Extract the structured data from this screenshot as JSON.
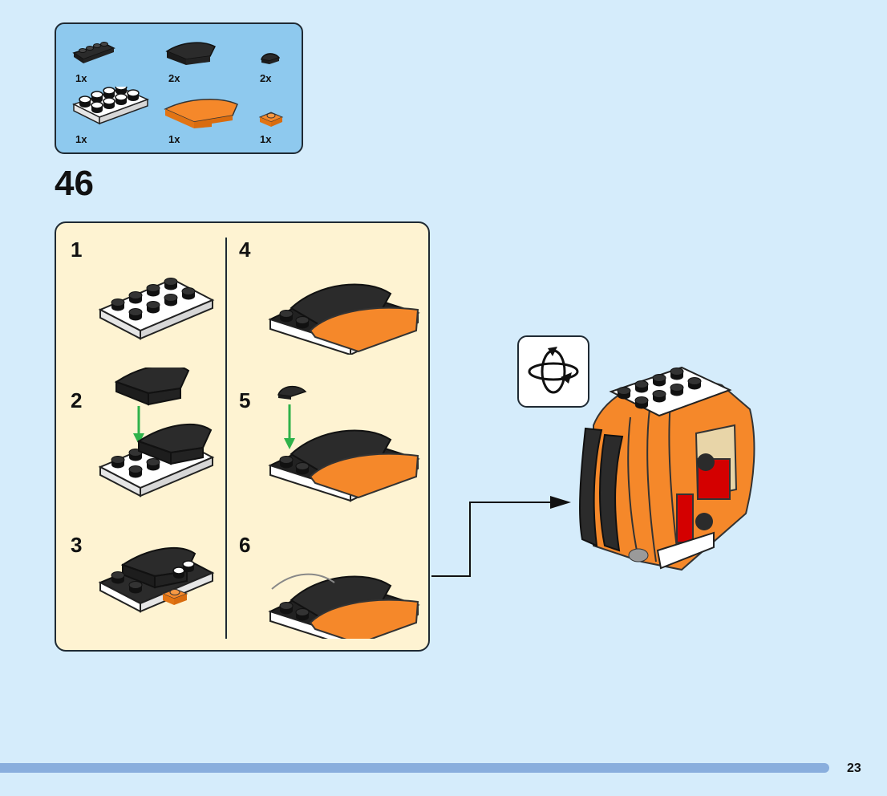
{
  "parts_list": [
    {
      "qty": "1x",
      "part": "black-plate-1x4"
    },
    {
      "qty": "2x",
      "part": "black-curved-slope"
    },
    {
      "qty": "2x",
      "part": "black-quarter-round-tile"
    },
    {
      "qty": "1x",
      "part": "white-plate-2x4"
    },
    {
      "qty": "1x",
      "part": "orange-curved-slope"
    },
    {
      "qty": "1x",
      "part": "orange-plate-1x1"
    }
  ],
  "step": {
    "number": "46"
  },
  "substeps": [
    {
      "label": "1"
    },
    {
      "label": "2"
    },
    {
      "label": "3"
    },
    {
      "label": "4"
    },
    {
      "label": "5"
    },
    {
      "label": "6"
    }
  ],
  "icons": {
    "rotate": "rotate-model-icon"
  },
  "colors": {
    "background": "#d5ecfb",
    "parts_box": "#8ec9ee",
    "panel": "#fef3d2",
    "orange": "#f5882a",
    "black": "#2b2b2b",
    "arrow": "#2fb24a",
    "footer_bar": "#89aedd"
  },
  "page": {
    "number": "23"
  }
}
